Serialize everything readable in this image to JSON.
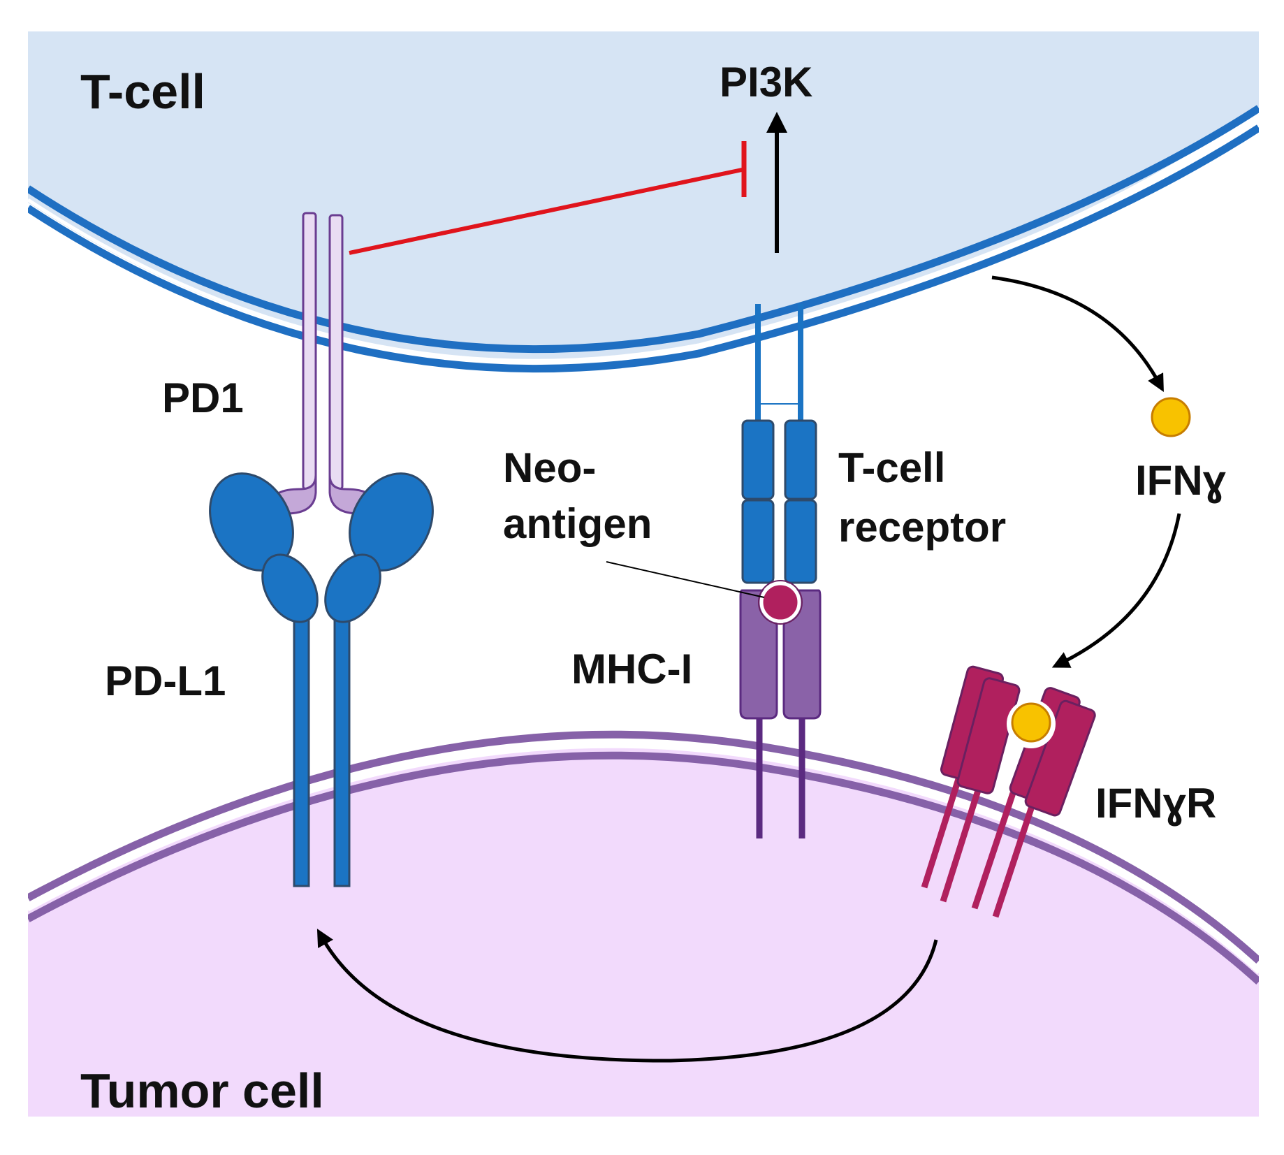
{
  "labels": {
    "t_cell": "T-cell",
    "tumor_cell": "Tumor cell",
    "pi3k": "PI3K",
    "pd1": "PD1",
    "pd_l1": "PD-L1",
    "neoantigen_line1": "Neo-",
    "neoantigen_line2": "antigen",
    "tcr_line1": "T-cell",
    "tcr_line2": "receptor",
    "mhc_i": "MHC-I",
    "ifng": "IFNɣ",
    "ifngr": "IFNɣR"
  },
  "colors": {
    "tcell_fill": "#d6e4f4",
    "tcell_membrane": "#1f6fc2",
    "tumor_fill": "#f2dafc",
    "tumor_membrane": "#8661a8",
    "pd1": "#c4a8d8",
    "pd1_outline": "#6a3d91",
    "pdl1": "#1b74c4",
    "receptor_outline": "#2e4a6b",
    "tcr": "#1b74c4",
    "mhc": "#8a62a8",
    "mhc_stem": "#5b2a80",
    "neoantigen": "#b0205e",
    "ifngr": "#b0205e",
    "ifng": "#f8c200",
    "ifng_outline": "#c77d00",
    "inhibition": "#e0141c",
    "arrow": "#000000"
  }
}
